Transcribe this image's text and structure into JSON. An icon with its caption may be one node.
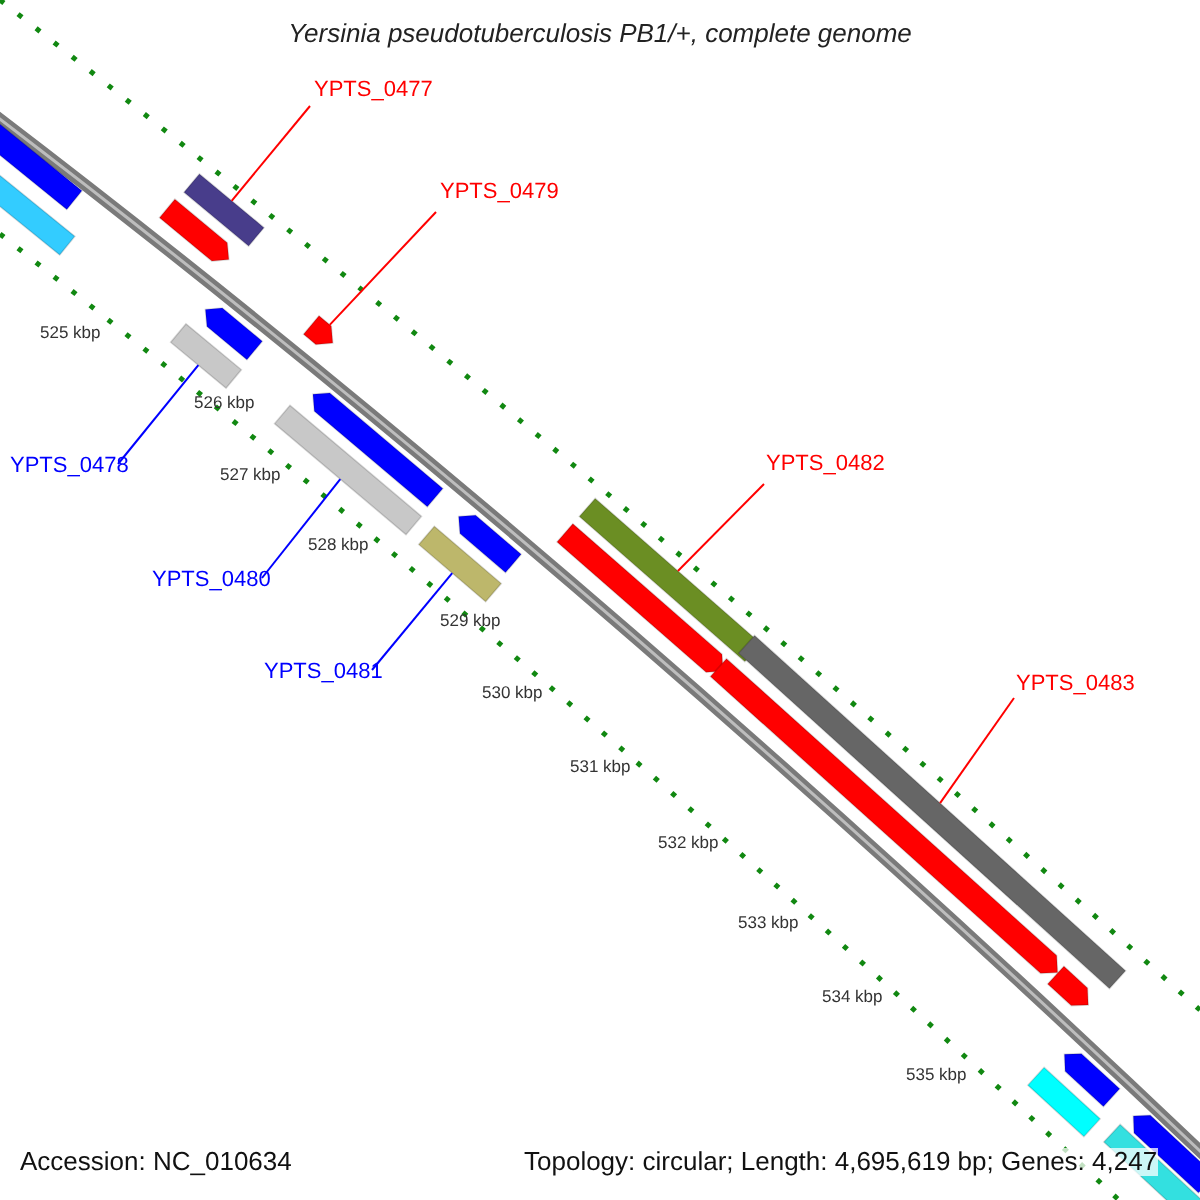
{
  "diagram": {
    "title": "Yersinia pseudotuberculosis PB1/+, complete genome",
    "nodes": [
      {
        "text": [
          "YPTS_0477"
        ]
      },
      {
        "text": [],
        "shape": "bar"
      },
      {
        "text": [
          "YPTS_0479"
        ]
      },
      {
        "text": [],
        "shape": "arrow"
      },
      {
        "text": [
          "YPTS_0478"
        ]
      },
      {
        "text": [],
        "shape": "bar"
      },
      {
        "text": [
          "YPTS_0480"
        ]
      },
      {
        "text": [],
        "shape": "bar"
      },
      {
        "text": [
          "YPTS_0481"
        ]
      },
      {
        "text": [],
        "shape": "bar"
      },
      {
        "text": [
          "YPTS_0482"
        ]
      },
      {
        "text": [],
        "shape": "bar"
      },
      {
        "text": [
          "YPTS_0483"
        ]
      },
      {
        "text": [],
        "shape": "bar"
      },
      {
        "text": [],
        "shape": "arrow"
      },
      {
        "text": [],
        "shape": "bar"
      },
      {
        "text": [],
        "shape": "arrow"
      },
      {
        "text": [],
        "shape": "arrow"
      },
      {
        "text": [],
        "shape": "arrow"
      },
      {
        "text": [],
        "shape": "arrow"
      },
      {
        "text": [],
        "shape": "arrow"
      },
      {
        "text": [],
        "shape": "arrow"
      },
      {
        "text": [],
        "shape": "arrow"
      },
      {
        "text": [],
        "shape": "arrow"
      },
      {
        "text": [],
        "shape": "bar"
      },
      {
        "text": [],
        "shape": "arrow"
      },
      {
        "text": [],
        "shape": "bar"
      }
    ],
    "edges": [
      {
        "from": 0,
        "to": 1,
        "arrow": "none"
      },
      {
        "from": 2,
        "to": 3,
        "arrow": "none"
      },
      {
        "from": 4,
        "to": 5,
        "arrow": "none",
        "color": "#0000ff"
      },
      {
        "from": 6,
        "to": 7,
        "arrow": "none",
        "color": "#0000ff"
      },
      {
        "from": 8,
        "to": 9,
        "arrow": "none",
        "color": "#0000ff"
      },
      {
        "from": 10,
        "to": 11,
        "arrow": "none"
      },
      {
        "from": 12,
        "to": 13,
        "arrow": "none"
      }
    ],
    "labels": [
      "525 kbp",
      "526 kbp",
      "527 kbp",
      "528 kbp",
      "529 kbp",
      "530 kbp",
      "531 kbp",
      "532 kbp",
      "533 kbp",
      "534 kbp",
      "535 kbp",
      "Accession: NC_010634",
      "Topology: circular; Length: 4,695,619 bp; Genes: 4,247"
    ]
  }
}
